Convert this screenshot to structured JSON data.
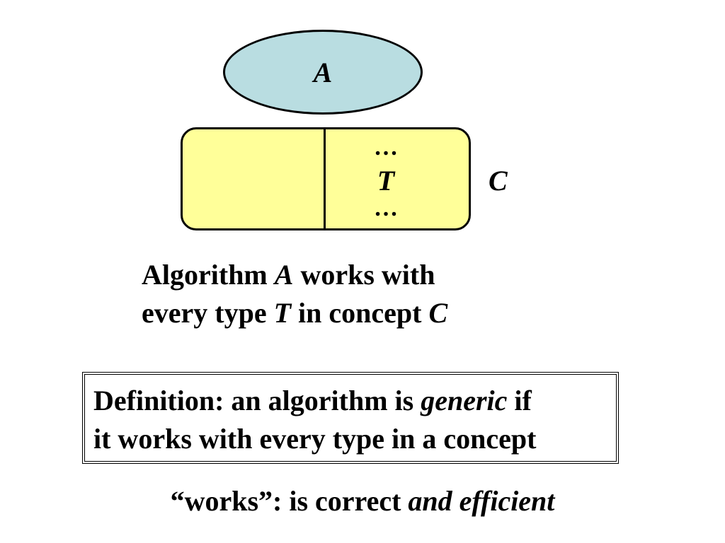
{
  "colors": {
    "ellipse_fill": "#b9dde1",
    "concept_fill": "#ffff99",
    "stroke": "#000000"
  },
  "diagram": {
    "algorithm_label": "A",
    "dots_top": "…",
    "type_label": "T",
    "dots_bottom": "…",
    "concept_label": "C"
  },
  "caption": {
    "line1_a": "Algorithm ",
    "line1_var": "A",
    "line1_b": " works with",
    "line2_a": "every type ",
    "line2_var": "T",
    "line2_b": " in concept ",
    "line2_var2": "C"
  },
  "definition": {
    "line1_a": "Definition: an algorithm is ",
    "line1_em": "generic",
    "line1_b": " if",
    "line2": "it works with every type in a concept"
  },
  "footer": {
    "plain": "“works”: is correct ",
    "em": "and efficient"
  }
}
